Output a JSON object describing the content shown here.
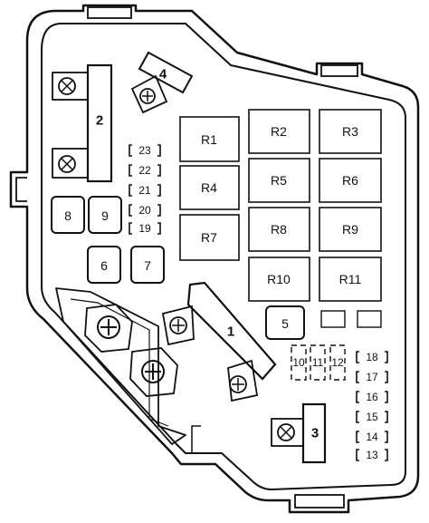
{
  "relays": [
    {
      "id": "r1",
      "label": "R1"
    },
    {
      "id": "r2",
      "label": "R2"
    },
    {
      "id": "r3",
      "label": "R3"
    },
    {
      "id": "r4",
      "label": "R4"
    },
    {
      "id": "r5",
      "label": "R5"
    },
    {
      "id": "r6",
      "label": "R6"
    },
    {
      "id": "r7",
      "label": "R7"
    },
    {
      "id": "r8",
      "label": "R8"
    },
    {
      "id": "r9",
      "label": "R9"
    },
    {
      "id": "r10",
      "label": "R10"
    },
    {
      "id": "r11",
      "label": "R11"
    }
  ],
  "big_fuses": [
    {
      "id": "1",
      "label": "1"
    },
    {
      "id": "2",
      "label": "2"
    },
    {
      "id": "3",
      "label": "3"
    },
    {
      "id": "4",
      "label": "4"
    }
  ],
  "square_fuses": [
    {
      "id": "5",
      "label": "5"
    },
    {
      "id": "6",
      "label": "6"
    },
    {
      "id": "7",
      "label": "7"
    },
    {
      "id": "8",
      "label": "8"
    },
    {
      "id": "9",
      "label": "9"
    }
  ],
  "vertical_mini_fuses": [
    {
      "id": "10",
      "label": "10"
    },
    {
      "id": "11",
      "label": "11"
    },
    {
      "id": "12",
      "label": "12"
    }
  ],
  "mini_fuses_left": [
    {
      "id": "23",
      "label": "23"
    },
    {
      "id": "22",
      "label": "22"
    },
    {
      "id": "21",
      "label": "21"
    },
    {
      "id": "20",
      "label": "20"
    },
    {
      "id": "19",
      "label": "19"
    }
  ],
  "mini_fuses_right": [
    {
      "id": "18",
      "label": "18"
    },
    {
      "id": "17",
      "label": "17"
    },
    {
      "id": "16",
      "label": "16"
    },
    {
      "id": "15",
      "label": "15"
    },
    {
      "id": "14",
      "label": "14"
    },
    {
      "id": "13",
      "label": "13"
    }
  ]
}
